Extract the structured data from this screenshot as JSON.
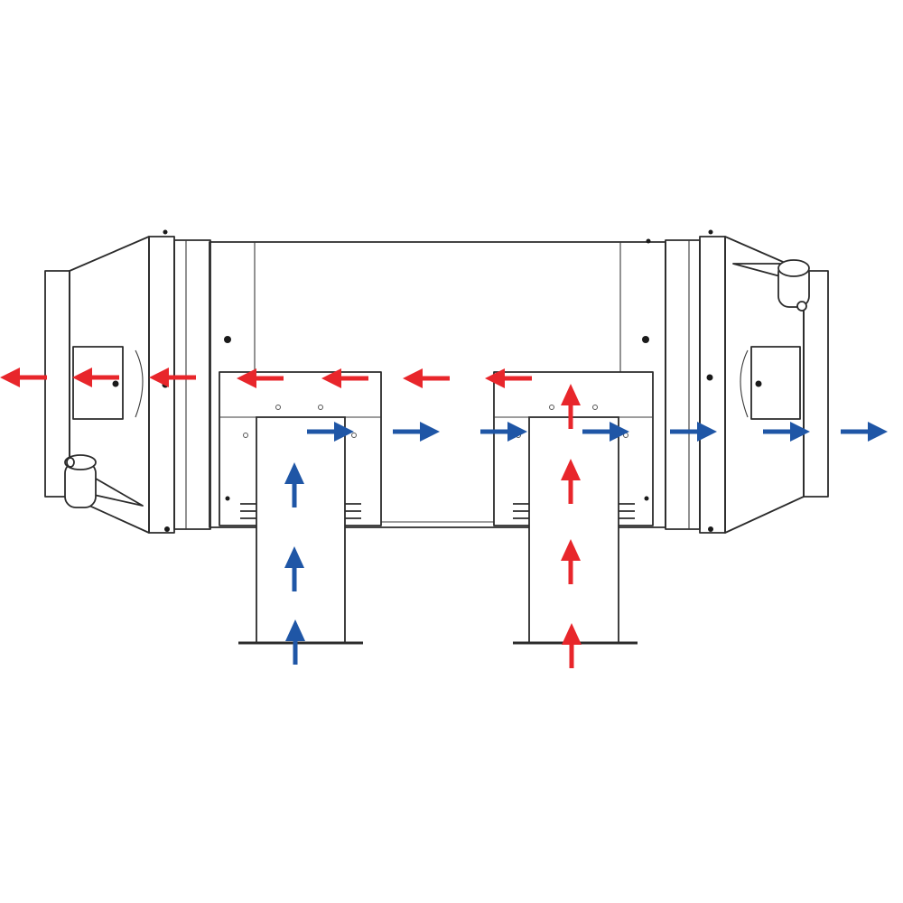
{
  "diagram": {
    "kind": "heat-recovery-ventilator-airflow",
    "colors": {
      "warm_air": "#e8262b",
      "cool_air": "#1f56a6",
      "outline": "#2b2b2b",
      "background": "#ffffff"
    },
    "flows": [
      {
        "id": "warm-stream",
        "color_key": "warm_air",
        "direction": "left",
        "path": "up-right-duct-then-left-across-unit",
        "icon": "arrow-icon"
      },
      {
        "id": "cool-stream",
        "color_key": "cool_air",
        "direction": "right",
        "path": "up-left-duct-then-right-across-unit",
        "icon": "arrow-icon"
      }
    ],
    "components": [
      "left-end-cap",
      "right-end-cap",
      "center-drum",
      "left-duct-manifold",
      "right-duct-manifold",
      "left-inlet-duct",
      "right-inlet-duct",
      "left-drain-canister",
      "right-drain-canister",
      "left-access-panel",
      "right-access-panel"
    ]
  }
}
